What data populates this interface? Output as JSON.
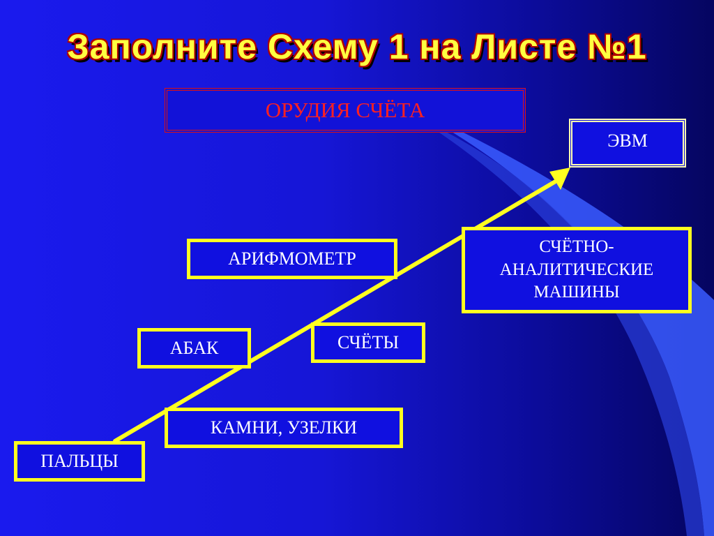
{
  "title": "Заполните Схему 1 на Листе №1",
  "header": "ОРУДИЯ СЧЁТА",
  "boxes": {
    "fingers": "ПАЛЬЦЫ",
    "stones": "КАМНИ, УЗЕЛКИ",
    "abacus": "АБАК",
    "schety": "СЧЁТЫ",
    "arithmometer": "АРИФМОМЕТР",
    "tabulators_line1": "СЧЁТНО-",
    "tabulators_line2": "АНАЛИТИЧЕСКИЕ",
    "tabulators_line3": "МАШИНЫ",
    "computer": "ЭВМ"
  },
  "colors": {
    "background": "#1616d6",
    "title_fill": "#ffff40",
    "title_outline": "#b00000",
    "header_text": "#ff2020",
    "box_border": "#ffff20",
    "arrow": "#ffff20",
    "swoosh": "#3a5cff"
  }
}
